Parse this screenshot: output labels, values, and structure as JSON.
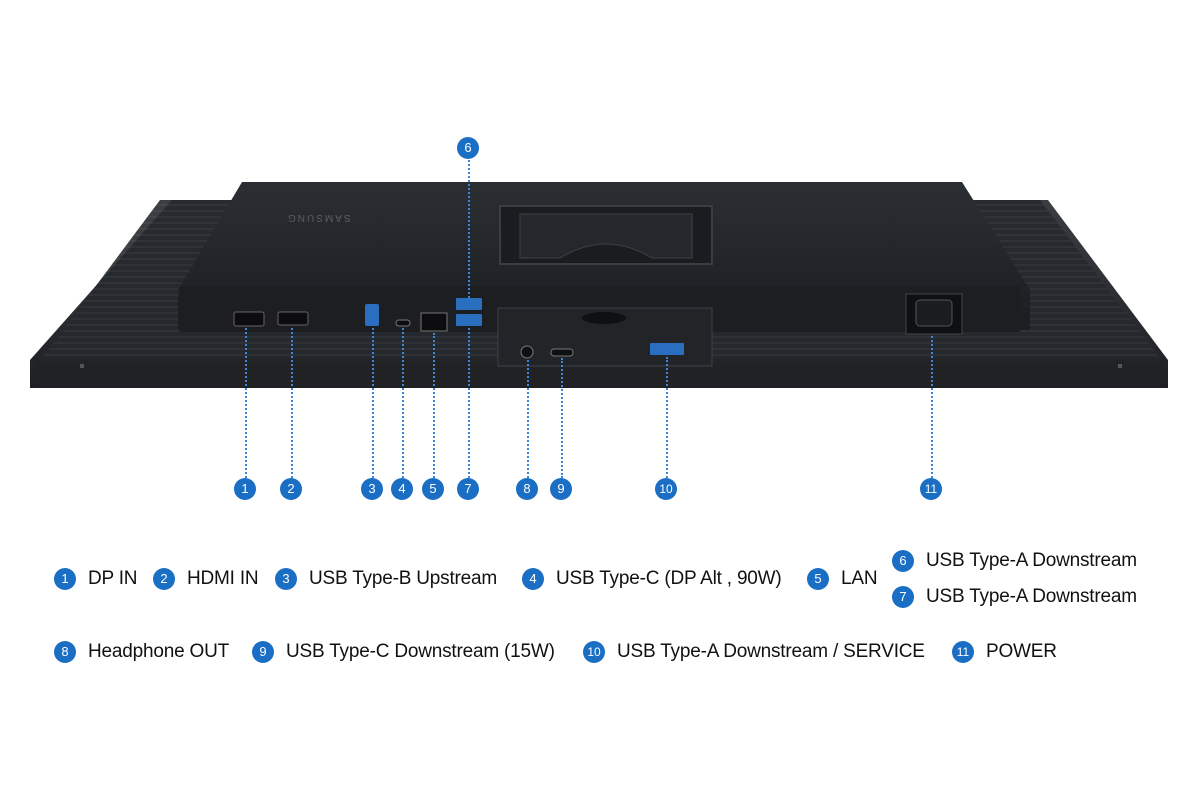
{
  "brand_text": "SAMSUNG",
  "accent_color": "#1a6fc4",
  "ports": [
    {
      "num": "1",
      "label": "DP IN"
    },
    {
      "num": "2",
      "label": "HDMI IN"
    },
    {
      "num": "3",
      "label": "USB Type-B Upstream"
    },
    {
      "num": "4",
      "label": "USB Type-C (DP Alt , 90W)"
    },
    {
      "num": "5",
      "label": "LAN"
    },
    {
      "num": "6",
      "label": "USB Type-A Downstream"
    },
    {
      "num": "7",
      "label": "USB Type-A Downstream"
    },
    {
      "num": "8",
      "label": "Headphone OUT"
    },
    {
      "num": "9",
      "label": "USB Type-C Downstream (15W)"
    },
    {
      "num": "10",
      "label": "USB Type-A Downstream / SERVICE"
    },
    {
      "num": "11",
      "label": "POWER"
    }
  ]
}
